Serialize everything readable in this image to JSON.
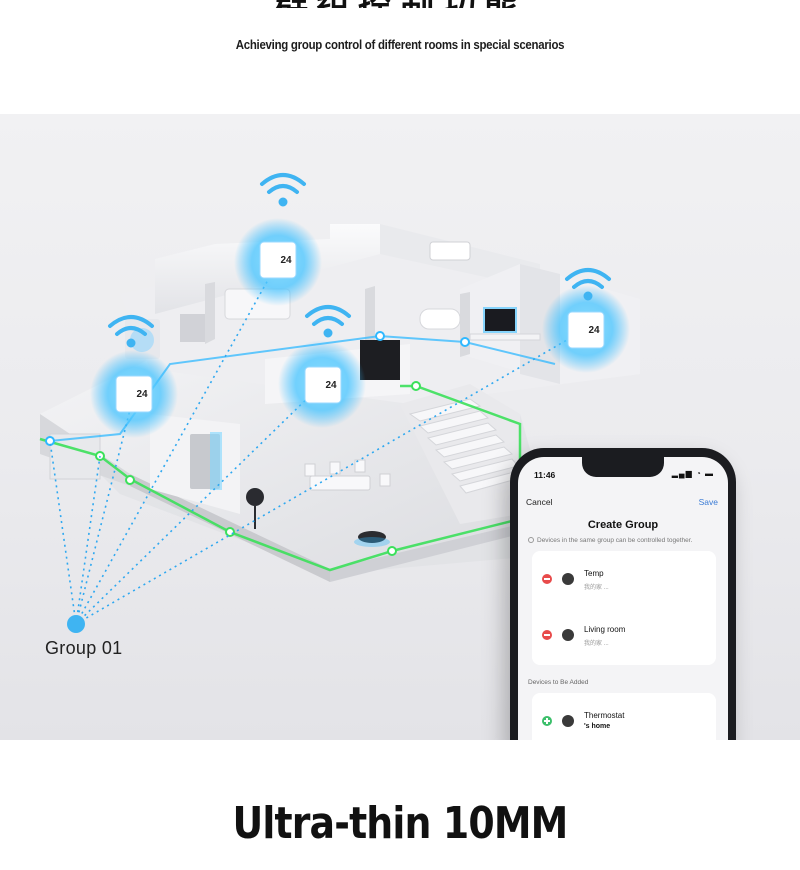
{
  "header": {
    "title": "群组控制功能",
    "subtitle": "Achieving group control of different rooms in special scenarios"
  },
  "scene": {
    "group_label": "Group 01",
    "icons": [
      "wifi-icon",
      "thermostat-icon"
    ],
    "colors": {
      "accent": "#2fb8ff",
      "floor_highlight": "#3be05a",
      "wall": "#f7f7f9"
    }
  },
  "thermostat": {
    "display": "24"
  },
  "phone": {
    "status_time": "11:46",
    "status_icons": "▂▄▆ ◔ ▬",
    "cancel_label": "Cancel",
    "save_label": "Save",
    "title": "Create Group",
    "info": "Devices in the same group can be controlled together.",
    "devices": [
      {
        "name": "Temp",
        "sub": "我的家 ..."
      },
      {
        "name": "Living room",
        "sub": "我的家 ..."
      }
    ],
    "section_label": "Devices to Be Added",
    "available": [
      {
        "name": "Thermostat",
        "sub": "'s home"
      }
    ]
  },
  "footer": {
    "heading": "Ultra-thin 10MM"
  }
}
